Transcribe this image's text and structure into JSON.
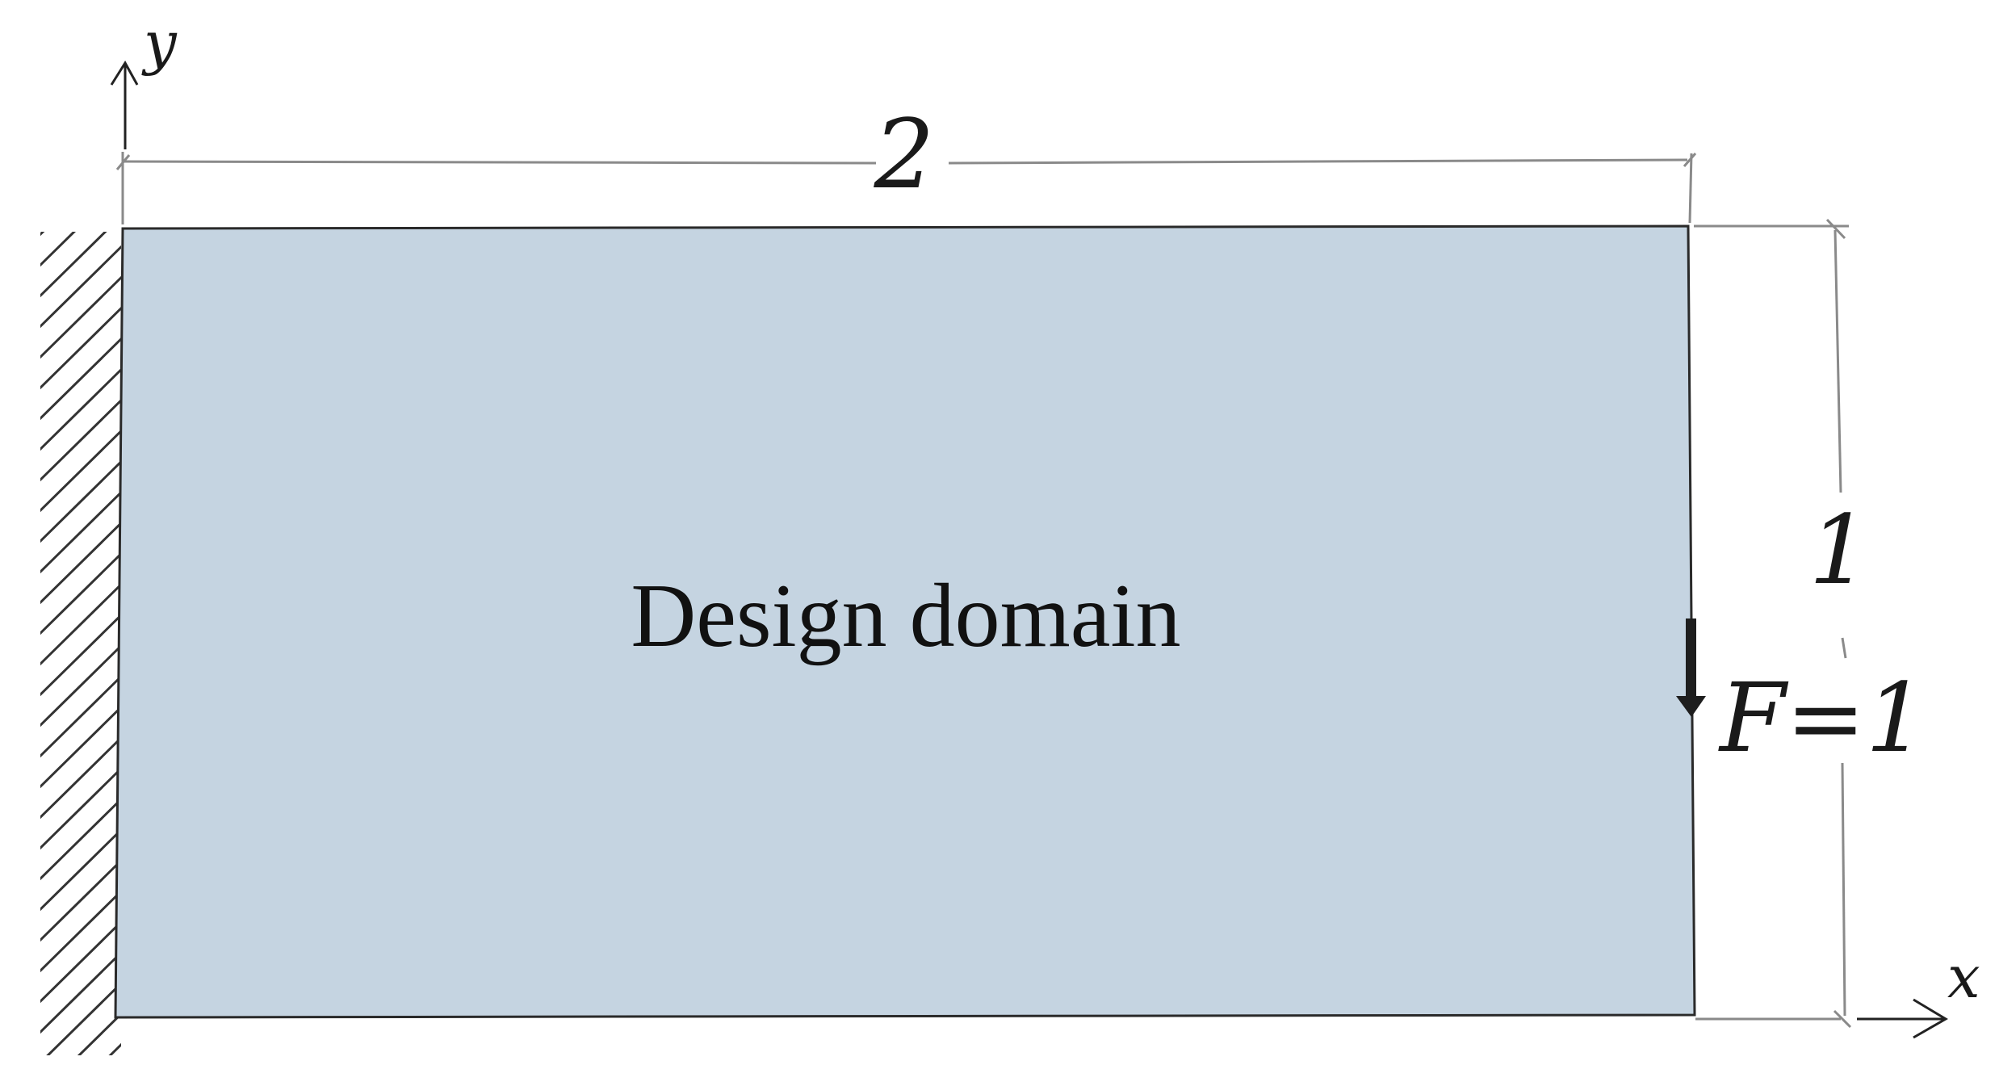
{
  "domain": {
    "label": "Design domain",
    "fill_color": "#c5d4e1",
    "edge_color": "#2a2a2a"
  },
  "dimensions": {
    "width_label": "2",
    "height_label": "1"
  },
  "load": {
    "label": "F=1",
    "direction": "down"
  },
  "axes": {
    "x_label": "x",
    "y_label": "y"
  },
  "support": {
    "type": "fixed",
    "side": "left"
  }
}
